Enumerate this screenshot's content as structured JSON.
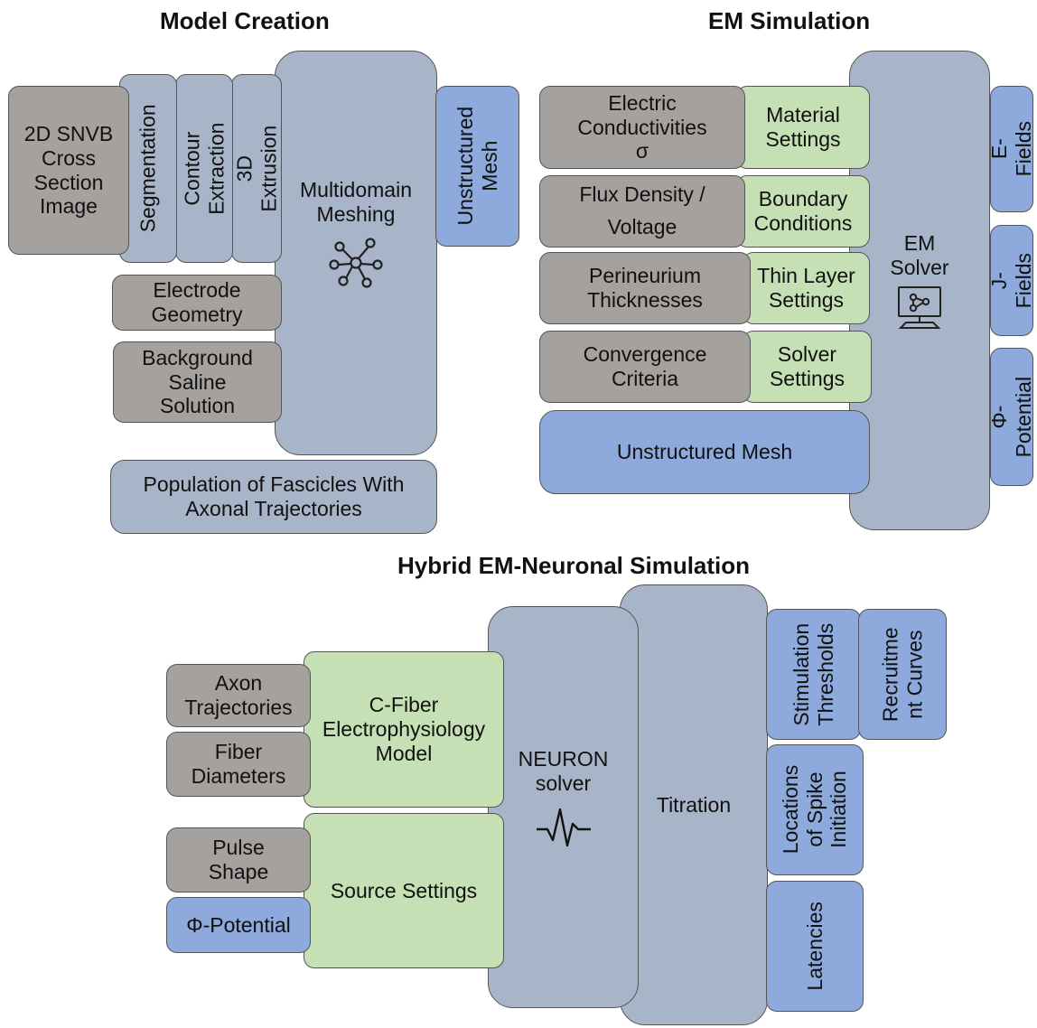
{
  "sections": {
    "model": "Model Creation",
    "em": "EM Simulation",
    "hybrid": "Hybrid EM-Neuronal Simulation"
  },
  "model": {
    "image": "2D SNVB\nCross\nSection\nImage",
    "segmentation": "Segmentation",
    "contour": "Contour\nExtraction",
    "extrusion": "3D Extrusion",
    "electrode": "Electrode\nGeometry",
    "saline": "Background\nSaline\nSolution",
    "meshing": "Multidomain\nMeshing",
    "unstructured": "Unstructured\nMesh",
    "population": "Population of Fascicles With\nAxonal Trajectories"
  },
  "em": {
    "conductivities": "Electric\nConductivities\nσ",
    "material": "Material\nSettings",
    "flux": "Flux Density /\nVoltage",
    "boundary": "Boundary\nConditions",
    "perineurium": "Perineurium\nThicknesses",
    "thinlayer": "Thin Layer\nSettings",
    "convergence": "Convergence\nCriteria",
    "solversettings": "Solver\nSettings",
    "mesh": "Unstructured Mesh",
    "solver": "EM\nSolver",
    "efields": "E-Fields",
    "jfields": "J-Fields",
    "potential": "Φ-Potential"
  },
  "hybrid": {
    "axon": "Axon\nTrajectories",
    "fiber": "Fiber\nDiameters",
    "cfiber": "C-Fiber\nElectrophysiology\nModel",
    "pulse": "Pulse\nShape",
    "potential": "Φ-Potential",
    "source": "Source Settings",
    "neuron": "NEURON\nsolver",
    "titration": "Titration",
    "thresholds": "Stimulation\nThresholds",
    "recruitment": "Recruitme\nnt Curves",
    "locations": "Locations\nof Spike\nInitiation",
    "latencies": "Latencies"
  },
  "colors": {
    "gray": "#a5a19f",
    "steel": "#a8b5c9",
    "green": "#c6e0b5",
    "blue": "#8ea9db"
  },
  "icons": [
    "network-icon",
    "computer-network-icon",
    "waveform-icon"
  ]
}
